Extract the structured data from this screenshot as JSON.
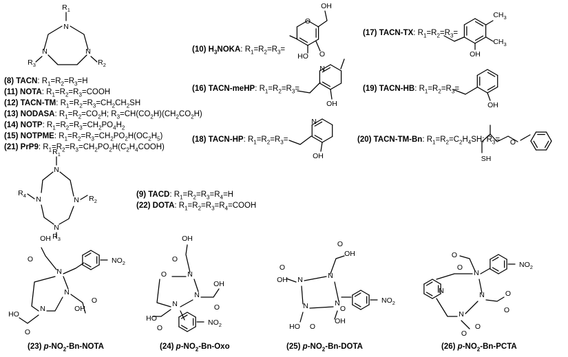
{
  "entries": [
    {
      "id": "(8)",
      "name": "TACN",
      "formula": "R1=R2=R3=H"
    },
    {
      "id": "(11)",
      "name": "NOTA",
      "formula": "R1=R2=R3=COOH"
    },
    {
      "id": "(12)",
      "name": "TACN-TM",
      "formula": "R1=R2=R3=CH2CH2SH"
    },
    {
      "id": "(13)",
      "name": "NODASA",
      "formula": "R1=R2=CO2H; R3=CH(CO2H)(CH2CO2H)"
    },
    {
      "id": "(14)",
      "name": "NOTP",
      "formula": "R1=R2=R3=CH2PO4H2"
    },
    {
      "id": "(15)",
      "name": "NOTPME",
      "formula": "R1=R2=R3=CH2PO2H(OC2H5)"
    },
    {
      "id": "(21)",
      "name": "PrP9",
      "formula": "R1=R2=R3=CH2PO2H(C2H4COOH)"
    },
    {
      "id": "(9)",
      "name": "TACD",
      "formula": "R1=R2=R3=R4=H"
    },
    {
      "id": "(22)",
      "name": "DOTA",
      "formula": "R1=R2=R3=R4=COOH"
    },
    {
      "id": "(10)",
      "name": "H3NOKA",
      "formula": "R1=R2=R3="
    },
    {
      "id": "(16)",
      "name": "TACN-meHP",
      "formula": "R1=R2=R3="
    },
    {
      "id": "(18)",
      "name": "TACN-HP",
      "formula": "R1=R2=R3="
    },
    {
      "id": "(17)",
      "name": "TACN-TX",
      "formula": "R1=R2=R3="
    },
    {
      "id": "(19)",
      "name": "TACN-HB",
      "formula": "R1=R2=R3="
    },
    {
      "id": "(20)",
      "name": "TACN-TM-Bn",
      "formula": "R1=R2=C2H4SH; R3="
    }
  ],
  "bottom_labels": [
    {
      "id": "(23)",
      "prefix": "p",
      "name": "-NO2-Bn-NOTA"
    },
    {
      "id": "(24)",
      "prefix": "p",
      "name": "-NO2-Bn-Oxo"
    },
    {
      "id": "(25)",
      "prefix": "p",
      "name": "-NO2-Bn-DOTA"
    },
    {
      "id": "(26)",
      "prefix": "p",
      "name": "-NO2-Bn-PCTA"
    }
  ],
  "atoms": {
    "n": "N",
    "o": "O",
    "oh": "OH",
    "ho": "HO",
    "sh": "SH",
    "r1": "R1",
    "r2": "R2",
    "r3": "R3",
    "r4": "R4",
    "no2": "NO2",
    "me": "CH3"
  }
}
